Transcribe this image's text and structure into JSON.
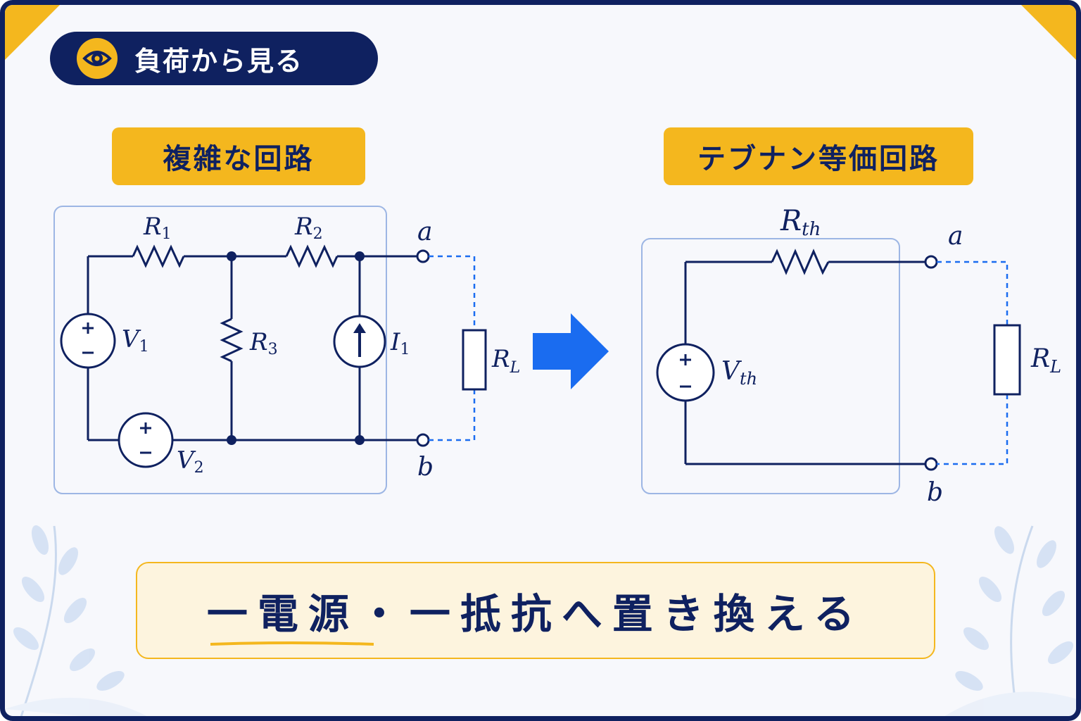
{
  "header": {
    "title": "負荷から見る",
    "icon": "eye-icon"
  },
  "left_panel": {
    "label": "複雑な回路",
    "r1": {
      "sym": "R",
      "sub": "1"
    },
    "r2": {
      "sym": "R",
      "sub": "2"
    },
    "r3": {
      "sym": "R",
      "sub": "3"
    },
    "v1": {
      "sym": "V",
      "sub": "1"
    },
    "v2": {
      "sym": "V",
      "sub": "2"
    },
    "i1": {
      "sym": "I",
      "sub": "1"
    },
    "rl": {
      "sym": "R",
      "sub": "L"
    },
    "terminal_a": "a",
    "terminal_b": "b"
  },
  "right_panel": {
    "label": "テブナン等価回路",
    "rth": {
      "sym": "R",
      "sub": "th"
    },
    "vth": {
      "sym": "V",
      "sub": "th"
    },
    "rl": {
      "sym": "R",
      "sub": "L"
    },
    "terminal_a": "a",
    "terminal_b": "b"
  },
  "bottom": {
    "text": "一電源・一抵抗へ置き換える"
  },
  "colors": {
    "navy": "#0f2160",
    "gold": "#f4b71e",
    "blue": "#1a6cf0",
    "box": "#9db6e4"
  }
}
